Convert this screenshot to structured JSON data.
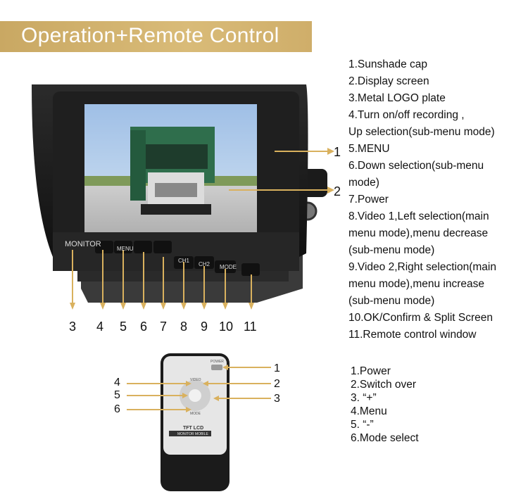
{
  "banner": {
    "title": "Operation+Remote Control"
  },
  "monitor_labels": {
    "brand": "MONITOR",
    "menu": "MENU",
    "ch1": "CH1",
    "ch2": "CH2",
    "mode": "MODE"
  },
  "callouts_top": [
    "1",
    "2"
  ],
  "callouts_bottom": [
    "3",
    "4",
    "5",
    "6",
    "7",
    "8",
    "9",
    "10",
    "11"
  ],
  "legend_main": [
    "1.Sunshade cap",
    "2.Display screen",
    "3.Metal LOGO plate",
    "4.Turn on/off recording ,",
    "Up selection(sub-menu mode)",
    "5.MENU",
    "6.Down selection(sub-menu",
    "mode)",
    "7.Power",
    "8.Video 1,Left selection(main",
    "menu mode),menu decrease",
    "(sub-menu mode)",
    "9.Video 2,Right selection(main",
    "menu mode),menu increase",
    "(sub-menu mode)",
    "10.OK/Confirm & Split Screen",
    "11.Remote control window"
  ],
  "remote_labels": {
    "power": "POWER",
    "video": "VIDEO",
    "mode": "MODE",
    "tft": "TFT LCD",
    "strip": "MONITOR MOBILE"
  },
  "remote_callouts_right": [
    "1",
    "2",
    "3"
  ],
  "remote_callouts_left": [
    "4",
    "5",
    "6"
  ],
  "legend_remote": [
    "1.Power",
    "2.Switch over",
    "3. “+”",
    "4.Menu",
    "5. “-”",
    "6.Mode select"
  ],
  "colors": {
    "banner": "#d2b470",
    "arrow": "#d9b15e"
  }
}
